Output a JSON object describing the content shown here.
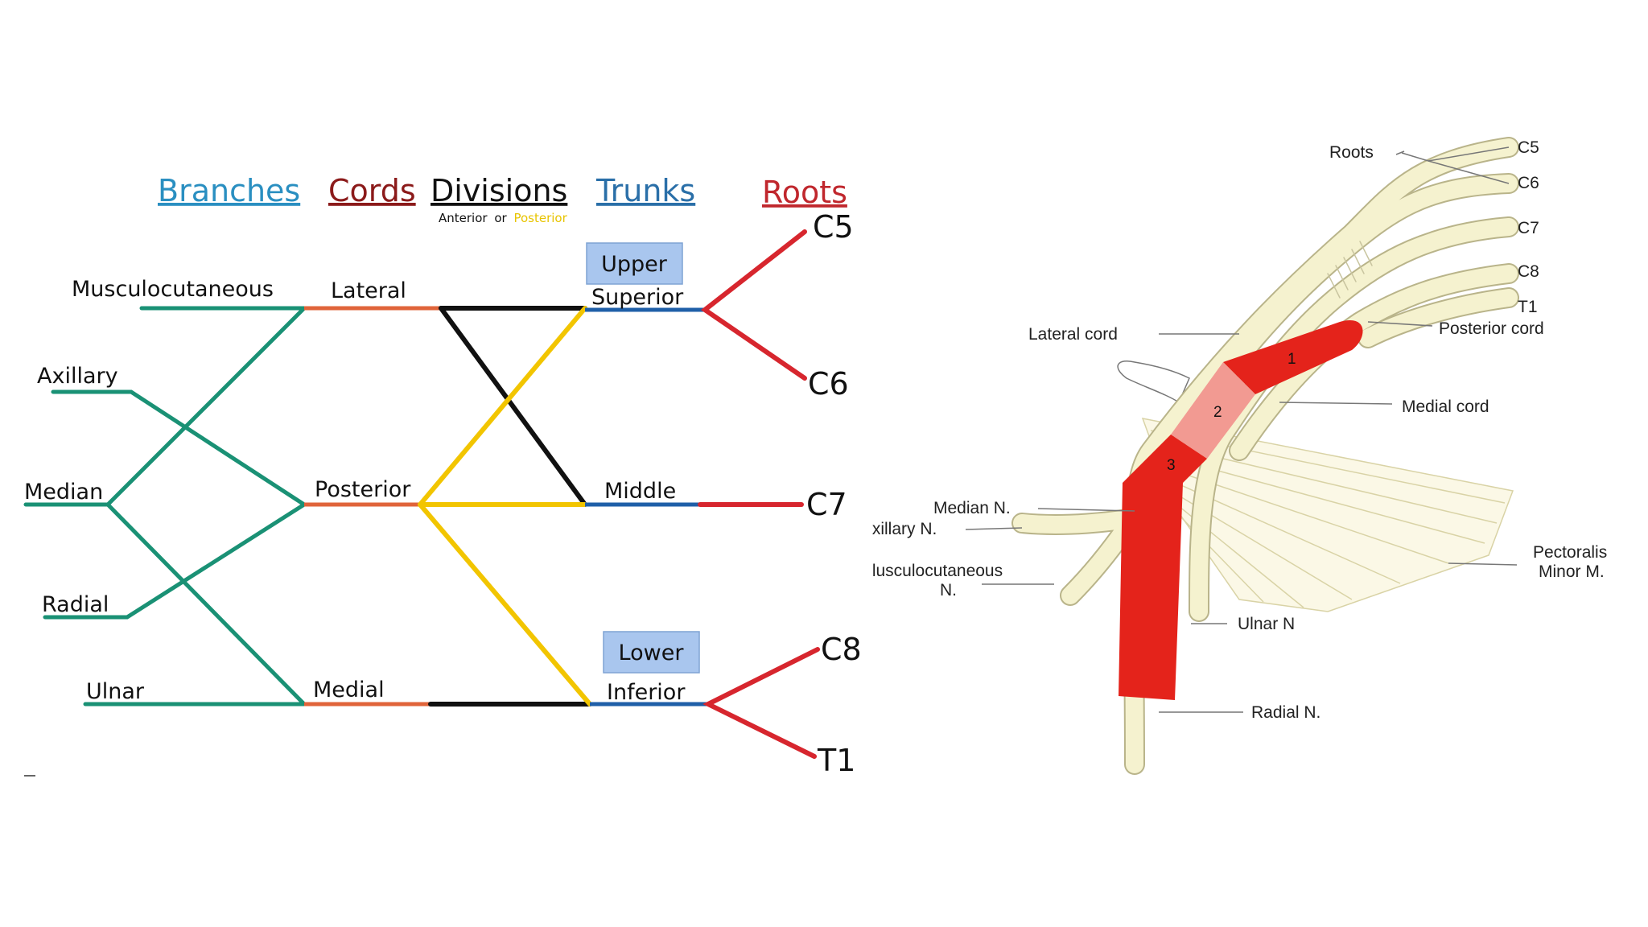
{
  "colors": {
    "branches": "#2a8fc1",
    "cords": "#8b1a1a",
    "divisions": "#111111",
    "trunks": "#2a6fa8",
    "roots_header": "#c0272d",
    "branch_line": "#1a9175",
    "cord_line": "#e0643a",
    "division_anterior": "#111111",
    "division_posterior": "#f2c500",
    "trunk_line": "#1f5fa8",
    "root_line": "#d7262e",
    "trunk_box": "#a9c6ee",
    "nerve": "#f5f2cf",
    "artery": "#e4231b",
    "artery_light": "#f29a92"
  },
  "diagram": {
    "headers": {
      "branches": "Branches",
      "cords": "Cords",
      "divisions": "Divisions",
      "trunks": "Trunks",
      "roots": "Roots"
    },
    "divisions_subtitle": {
      "anterior": "Anterior",
      "or": "or",
      "posterior": "Posterior"
    },
    "branches": {
      "musculocutaneous": "Musculocutaneous",
      "axillary": "Axillary",
      "median": "Median",
      "radial": "Radial",
      "ulnar": "Ulnar"
    },
    "cords": {
      "lateral": "Lateral",
      "posterior": "Posterior",
      "medial": "Medial"
    },
    "trunks": {
      "upper_box": "Upper",
      "superior": "Superior",
      "middle": "Middle",
      "lower_box": "Lower",
      "inferior": "Inferior"
    },
    "roots": {
      "c5": "C5",
      "c6": "C6",
      "c7": "C7",
      "c8": "C8",
      "t1": "T1"
    }
  },
  "anatomy": {
    "roots_label": "Roots",
    "c5": "C5",
    "c6": "C6",
    "c7": "C7",
    "c8": "C8",
    "t1": "T1",
    "lateral_cord": "Lateral cord",
    "posterior_cord": "Posterior cord",
    "medial_cord": "Medial cord",
    "median_n": "Median N.",
    "axillary_n": " xillary N.",
    "musculocutaneous_n_line1": " lusculocutaneous",
    "musculocutaneous_n_line2": "N.",
    "ulnar_n": "Ulnar N",
    "radial_n": "Radial N.",
    "pectoralis_line1": "Pectoralis",
    "pectoralis_line2": "Minor M.",
    "artery_segments": [
      "1",
      "2",
      "3"
    ]
  }
}
